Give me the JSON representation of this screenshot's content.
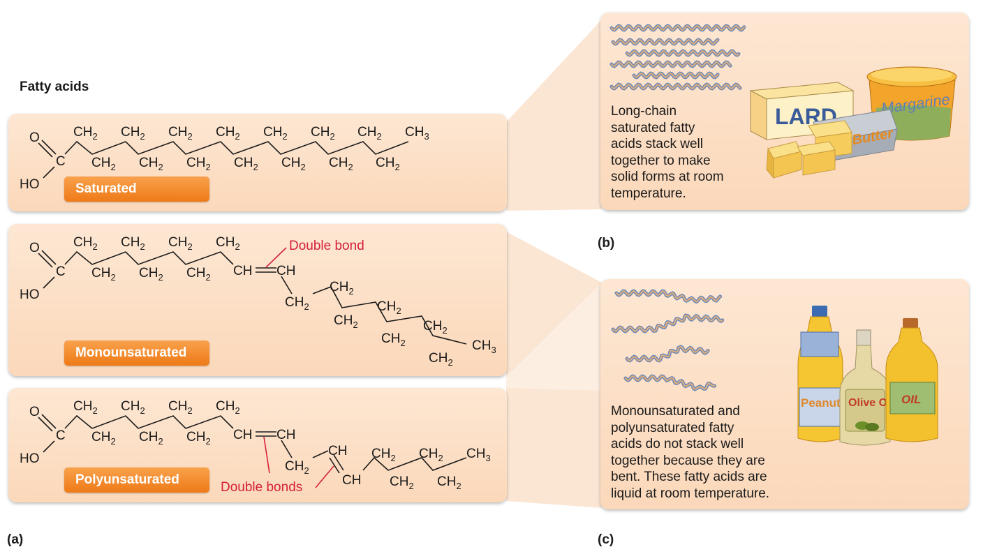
{
  "figure_title": "Fatty acids",
  "saturated": {
    "label": "Saturated",
    "formula": {
      "carbonyl_o": "O",
      "carbon": "C",
      "hydroxyl": "HO",
      "top": [
        "CH2",
        "CH2",
        "CH2",
        "CH2",
        "CH2",
        "CH2",
        "CH2",
        "CH3"
      ],
      "bottom": [
        "CH2",
        "CH2",
        "CH2",
        "CH2",
        "CH2",
        "CH2",
        "CH2"
      ]
    }
  },
  "monounsaturated": {
    "label": "Monounsaturated",
    "annotation": "Double bond",
    "formula": {
      "carbonyl_o": "O",
      "carbon": "C",
      "hydroxyl": "HO",
      "top": [
        "CH2",
        "CH2",
        "CH2",
        "CH2"
      ],
      "bottom": [
        "CH2",
        "CH2",
        "CH2"
      ],
      "double_bond_left": "CH",
      "double_bond_right": "CH",
      "tail": [
        "CH2",
        "CH2",
        "CH2",
        "CH2",
        "CH2",
        "CH2",
        "CH2",
        "CH3"
      ]
    }
  },
  "polyunsaturated": {
    "label": "Polyunsaturated",
    "annotation": "Double bonds",
    "formula": {
      "carbonyl_o": "O",
      "carbon": "C",
      "hydroxyl": "HO",
      "top": [
        "CH2",
        "CH2",
        "CH2",
        "CH2"
      ],
      "bottom": [
        "CH2",
        "CH2",
        "CH2"
      ],
      "double_bond_1_left": "CH",
      "double_bond_1_right": "CH",
      "tail": [
        "CH2",
        "CH",
        "CH",
        "CH2",
        "CH2",
        "CH2",
        "CH2",
        "CH3"
      ]
    }
  },
  "panel_b": {
    "label": "(b)",
    "caption_lines": [
      "Long-chain",
      "saturated fatty",
      "acids stack well",
      "together to make",
      "solid forms at room",
      "temperature."
    ],
    "products": [
      "LARD",
      "Margarine",
      "Butter"
    ]
  },
  "panel_c": {
    "label": "(c)",
    "caption_lines": [
      "Monounsaturated and",
      "polyunsaturated fatty",
      "acids do not stack well",
      "together because they are",
      "bent. These fatty acids are",
      "liquid at room temperature."
    ],
    "products": [
      "Peanut Oil",
      "Olive Oil",
      "OIL"
    ]
  },
  "panel_a_label": "(a)",
  "colors": {
    "panel": "#fbdcc0",
    "accent": "#ee7a17",
    "double_bond_red": "#d4203a",
    "chain_blue": "#6d88b8",
    "chain_tan": "#e2b07a"
  }
}
